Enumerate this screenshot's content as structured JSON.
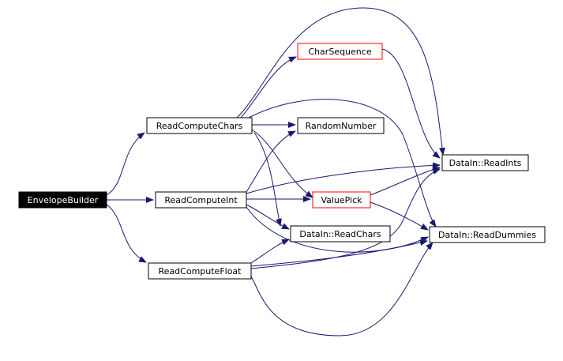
{
  "colors": {
    "edge": "#191970",
    "node_border": "#000000",
    "node_border_highlight": "#ff0000",
    "root_fill": "#000000",
    "root_text": "#ffffff",
    "node_fill": "#ffffff",
    "node_text": "#000000"
  },
  "nodes": [
    {
      "id": "envelope_builder",
      "label": "EnvelopeBuilder",
      "style": "root"
    },
    {
      "id": "read_compute_chars",
      "label": "ReadComputeChars",
      "style": "normal"
    },
    {
      "id": "read_compute_int",
      "label": "ReadComputeInt",
      "style": "normal"
    },
    {
      "id": "read_compute_float",
      "label": "ReadComputeFloat",
      "style": "normal"
    },
    {
      "id": "char_sequence",
      "label": "CharSequence",
      "style": "highlight"
    },
    {
      "id": "random_number",
      "label": "RandomNumber",
      "style": "normal"
    },
    {
      "id": "value_pick",
      "label": "ValuePick",
      "style": "highlight"
    },
    {
      "id": "datain_read_chars",
      "label": "DataIn::ReadChars",
      "style": "normal"
    },
    {
      "id": "datain_read_ints",
      "label": "DataIn::ReadInts",
      "style": "normal"
    },
    {
      "id": "datain_read_dummies",
      "label": "DataIn::ReadDummies",
      "style": "normal"
    }
  ],
  "edges": [
    {
      "from": "envelope_builder",
      "to": "read_compute_chars"
    },
    {
      "from": "envelope_builder",
      "to": "read_compute_int"
    },
    {
      "from": "envelope_builder",
      "to": "read_compute_float"
    },
    {
      "from": "read_compute_chars",
      "to": "char_sequence"
    },
    {
      "from": "read_compute_chars",
      "to": "random_number"
    },
    {
      "from": "read_compute_chars",
      "to": "datain_read_ints"
    },
    {
      "from": "read_compute_chars",
      "to": "datain_read_dummies"
    },
    {
      "from": "read_compute_chars",
      "to": "value_pick"
    },
    {
      "from": "read_compute_chars",
      "to": "datain_read_chars"
    },
    {
      "from": "read_compute_int",
      "to": "random_number"
    },
    {
      "from": "read_compute_int",
      "to": "datain_read_ints"
    },
    {
      "from": "read_compute_int",
      "to": "value_pick"
    },
    {
      "from": "read_compute_int",
      "to": "datain_read_chars"
    },
    {
      "from": "read_compute_int",
      "to": "datain_read_dummies"
    },
    {
      "from": "read_compute_float",
      "to": "datain_read_chars"
    },
    {
      "from": "read_compute_float",
      "to": "datain_read_ints"
    },
    {
      "from": "read_compute_float",
      "to": "datain_read_dummies"
    },
    {
      "from": "char_sequence",
      "to": "datain_read_ints"
    },
    {
      "from": "value_pick",
      "to": "datain_read_ints"
    },
    {
      "from": "value_pick",
      "to": "datain_read_dummies"
    }
  ]
}
